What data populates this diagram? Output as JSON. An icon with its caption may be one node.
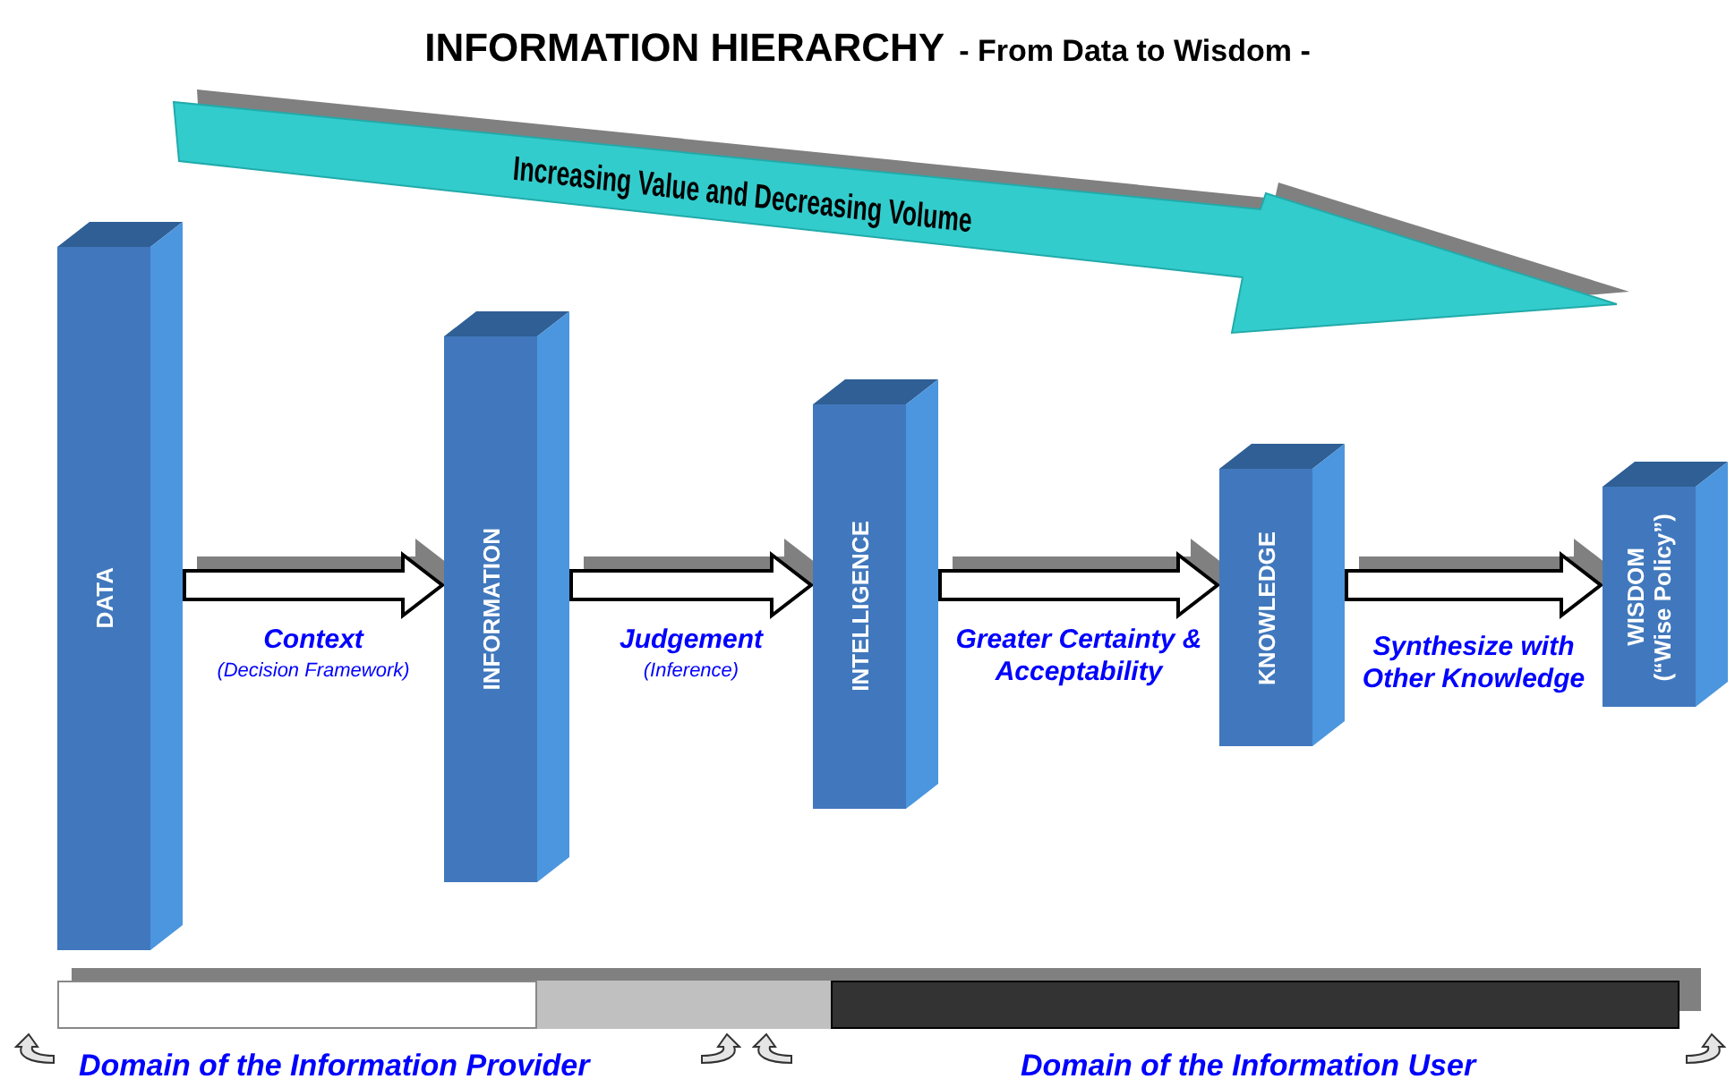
{
  "diagram": {
    "title": "INFORMATION HIERARCHY",
    "nodes": [
      {
        "text": [
          "DATA"
        ]
      },
      {
        "text": [
          "INFORMATION"
        ]
      },
      {
        "text": [
          "INTELLIGENCE"
        ]
      },
      {
        "text": [
          "KNOWLEDGE"
        ]
      },
      {
        "text": [
          "WISDOM",
          "(“Wise Policy”)"
        ]
      }
    ],
    "edges": [
      {
        "from": 0,
        "to": 1,
        "arrow": "to",
        "label": "Context"
      },
      {
        "from": 1,
        "to": 2,
        "arrow": "to",
        "label": "Judgement"
      },
      {
        "from": 2,
        "to": 3,
        "arrow": "to",
        "label": "Greater Certainty & Acceptability"
      },
      {
        "from": 3,
        "to": 4,
        "arrow": "to",
        "label": "Synthesize with Other Knowledge"
      }
    ],
    "labels": [
      "- From Data to Wisdom -",
      "Increasing Value and Decreasing Volume",
      "(Decision Framework)",
      "(Inference)",
      "Domain of the Information Provider",
      "Domain of the Information User"
    ]
  }
}
